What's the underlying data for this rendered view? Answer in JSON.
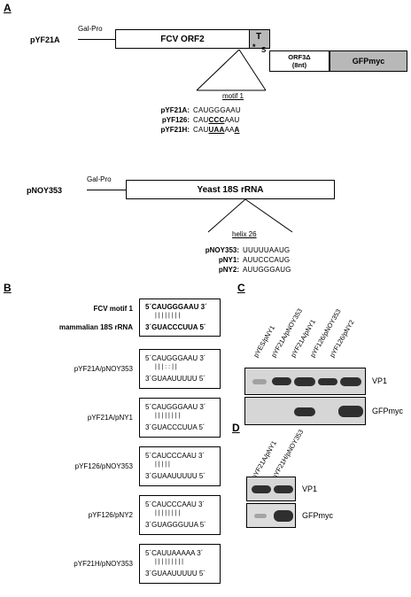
{
  "panelA": {
    "letter": "A",
    "construct1": {
      "name": "pYF21A",
      "promoter": "Gal-Pro",
      "orf2": "FCV ORF2",
      "t_label": "T",
      "star": "*",
      "s_label": "S",
      "orf3_line1": "ORF3Δ",
      "orf3_line2": "(8nt)",
      "gfp": "GFPmyc",
      "motif_label": "motif 1",
      "seqs": [
        {
          "name": "pYF21A:",
          "pre": "CAUGGGAAU",
          "mid": "",
          "post": "",
          "tail": ""
        },
        {
          "name": "pYF126:",
          "pre": "CAU",
          "mid": "CCC",
          "post": "AAU",
          "tail": ""
        },
        {
          "name": "pYF21H:",
          "pre": "CAU",
          "mid": "UAA",
          "post": "AA",
          "tail": "A"
        }
      ]
    },
    "construct2": {
      "name": "pNOY353",
      "promoter": "Gal-Pro",
      "rrna": "Yeast 18S rRNA",
      "helix_label": "helix 26",
      "seqs": [
        {
          "name": "pNOY353:",
          "seq": "UUUUUAAUG"
        },
        {
          "name": "pNY1:",
          "seq": "AUUCCCAUG"
        },
        {
          "name": "pNY2:",
          "seq": "AUUGGGAUG"
        }
      ]
    }
  },
  "panelB": {
    "letter": "B",
    "header": {
      "label1": "FCV motif 1",
      "label2": "mammalian 18S rRNA",
      "top": "5´CAUGGGAAU 3´",
      "pairs": "| | | | | | | |",
      "bottom": "3´GUACCCUUA 5´"
    },
    "alignments": [
      {
        "label": "pYF21A/pNOY353",
        "top": "5´CAUGGGAAU 3´",
        "pairs": "| | | : : | |",
        "bottom": "3´GUAAUUUUU 5´"
      },
      {
        "label": "pYF21A/pNY1",
        "top": "5´CAUGGGAAU 3´",
        "pairs": "| | | | | | | |",
        "bottom": "3´GUACCCUUA 5´"
      },
      {
        "label": "pYF126/pNOY353",
        "top": "5´CAUCCCAAU 3´",
        "pairs": "| | |     | |",
        "bottom": "3´GUAAUUUUU 5´"
      },
      {
        "label": "pYF126/pNY2",
        "top": "5´CAUCCCAAU 3´",
        "pairs": "| | | | | | | |",
        "bottom": "3´GUAGGGUUA 5´"
      },
      {
        "label": "pYF21H/pNOY353",
        "top": "5´CAUUAAAAA 3´",
        "pairs": "| | | | | | | | |",
        "bottom": "3´GUAAUUUUU 5´"
      }
    ]
  },
  "panelC": {
    "letter": "C",
    "lanes": [
      "pYES/pNY1",
      "pYF21A/pNOY353",
      "pYF21A/pNY1",
      "pYF126/pNOY353",
      "pYF126/pNY2"
    ],
    "row1": "VP1",
    "row2": "GFPmyc"
  },
  "panelD": {
    "letter": "D",
    "lanes": [
      "pYF21A/pNY1",
      "pYF21H/pNOY353"
    ],
    "row1": "VP1",
    "row2": "GFPmyc"
  }
}
